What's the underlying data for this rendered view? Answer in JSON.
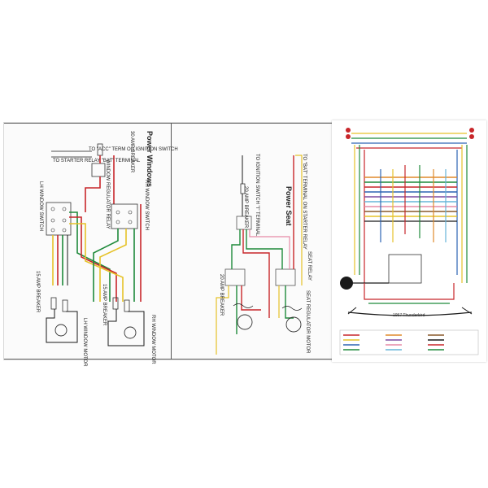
{
  "left_panel": {
    "title": "Power Windows",
    "labels": {
      "acc_term": "TO \"ACC\" TERM ON IGNITION SWITCH",
      "starter_relay": "TO STARTER RELAY \"BAT\" TERMINAL",
      "breaker_30": "30 AMP BREAKER",
      "window_relay": "WINDOW REGULATOR RELAY",
      "rh_switch": "RH WINDOW SWITCH",
      "lh_switch": "LH WINDOW SWITCH",
      "breaker_15_left": "15 AMP BREAKER",
      "breaker_15_right": "15 AMP BREAKER",
      "lh_motor": "LH WINDOW MOTOR",
      "rh_motor": "RH WINDOW MOTOR"
    }
  },
  "middle_panel": {
    "title": "Power Seat",
    "labels": {
      "ign_switch": "TO IGNITION SWITCH \"I\" TERMINAL",
      "breaker_20": "20 AMP BREAKER",
      "bat_terminal": "TO \"BAT\" TERMINAL ON STARTER RELAY",
      "seat_relay": "SEAT RELAY",
      "seat_motor": "SEAT REGULATOR MOTOR",
      "breaker_20_b": "20 AMP BREAKER"
    }
  },
  "right_poster": {
    "title": "1957 Thunderbird"
  },
  "colors": {
    "red": "#c8262a",
    "green": "#1f8a3b",
    "yellow": "#e6c229",
    "black": "#1a1a1a",
    "white_wire": "#d8d8d8",
    "blue": "#2d64b3",
    "orange": "#e08a2b",
    "pink": "#e58aa6",
    "purple": "#7d4aa0",
    "brown": "#8a5a2b",
    "lightblue": "#66b5d8"
  }
}
